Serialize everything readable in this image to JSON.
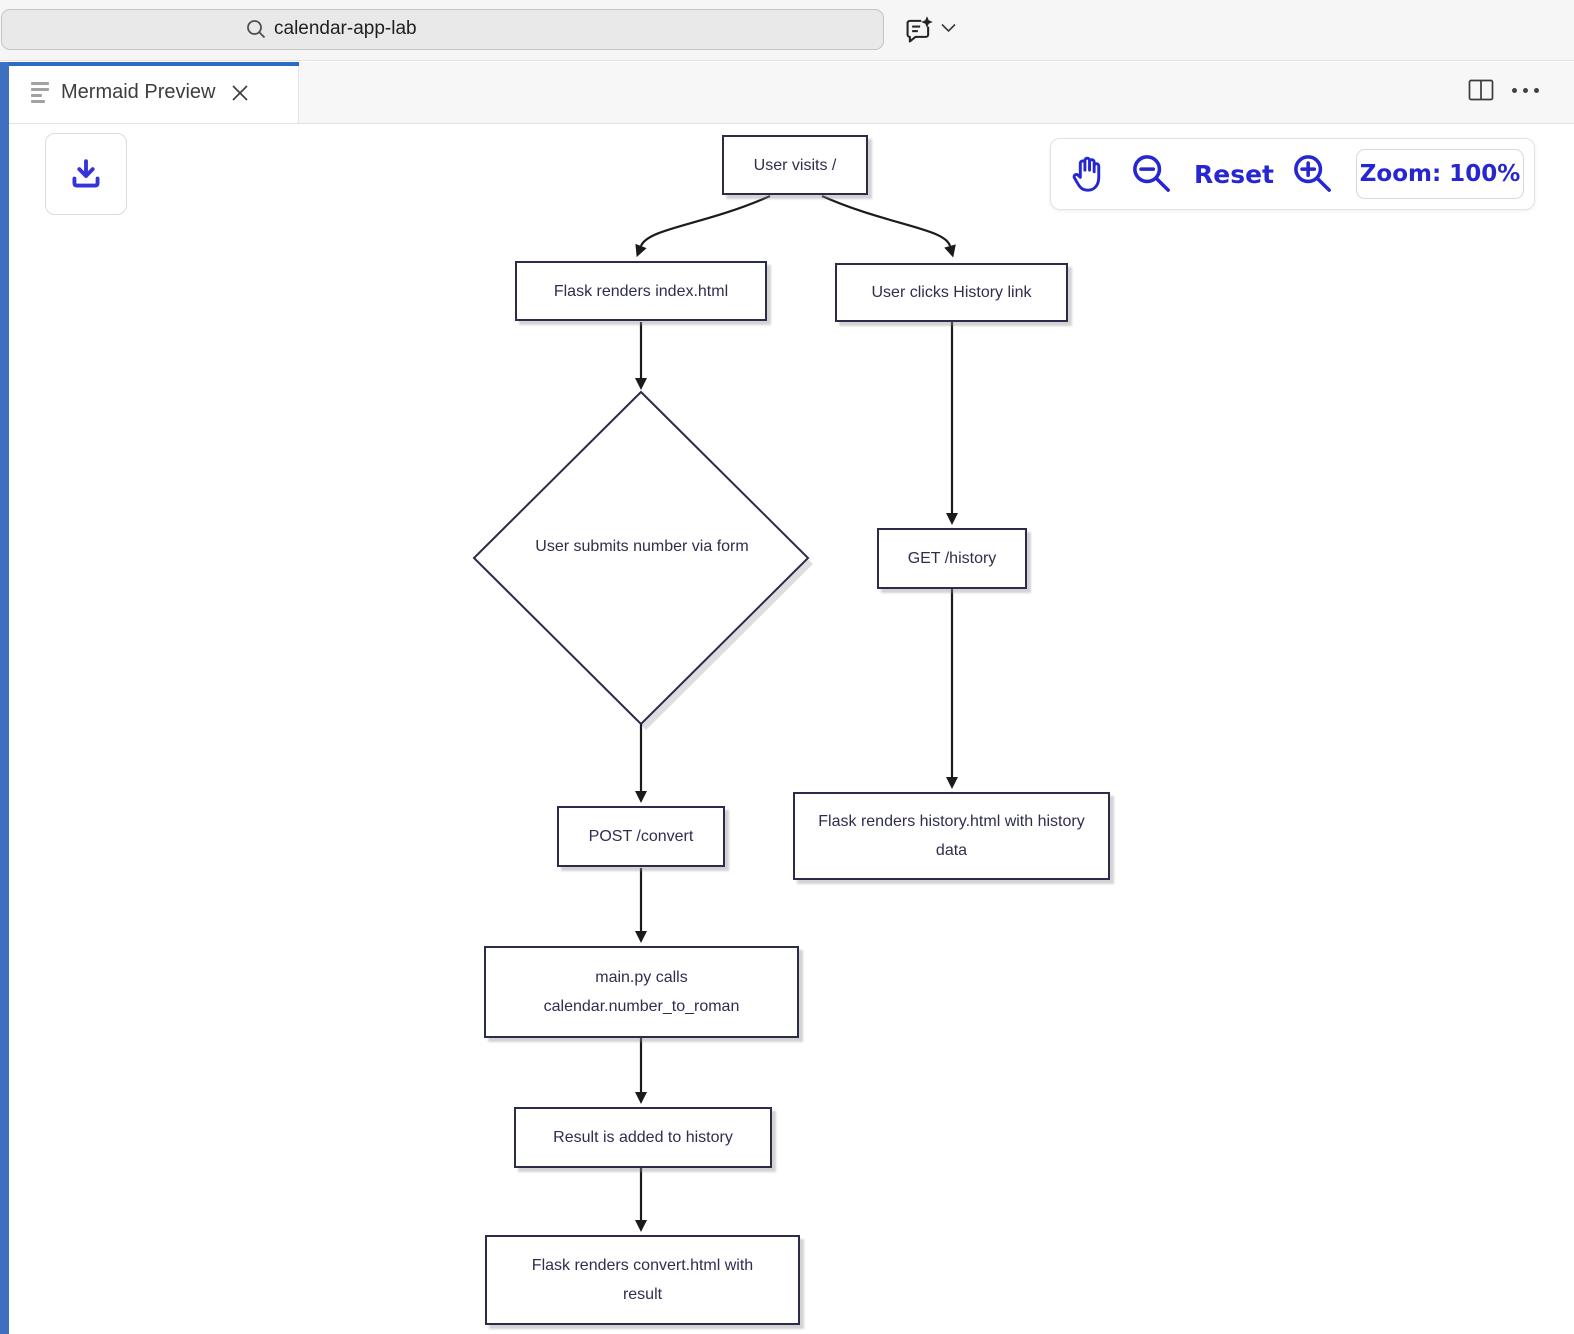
{
  "titlebar": {
    "search_value": "calendar-app-lab"
  },
  "tabbar": {
    "tab_label": "Mermaid Preview"
  },
  "toolbar": {
    "reset_label": "Reset",
    "zoom_label": "Zoom: 100%"
  },
  "colors": {
    "accent_blue": "#2e6bc2",
    "control_blue": "#2626d2",
    "left_bar_blue": "#3e70c2",
    "node_border": "#2b2b4b",
    "node_text": "#2e2e4e",
    "edge_black": "#1b1b1b"
  },
  "icons": {
    "search": "search-icon",
    "copilot": "copilot-icon",
    "chevron": "chevron-down-icon",
    "tab_preview": "preview-icon",
    "close": "close-icon",
    "split": "split-editor-icon",
    "more": "more-actions-icon",
    "download": "download-icon",
    "pan": "pan-hand-icon",
    "zoom_out": "zoom-out-icon",
    "zoom_in": "zoom-in-icon"
  },
  "diagram": {
    "type": "flowchart",
    "nodes": [
      {
        "id": "A",
        "shape": "rect",
        "label": "User visits /"
      },
      {
        "id": "B",
        "shape": "rect",
        "label": "Flask renders index.html"
      },
      {
        "id": "C",
        "shape": "rect",
        "label": "User clicks History link"
      },
      {
        "id": "D",
        "shape": "diamond",
        "label": "User submits number via form"
      },
      {
        "id": "E",
        "shape": "rect",
        "label": "POST /convert"
      },
      {
        "id": "F",
        "shape": "rect",
        "label": "main.py calls calendar.number_to_roman"
      },
      {
        "id": "G",
        "shape": "rect",
        "label": "Result is added to history"
      },
      {
        "id": "H",
        "shape": "rect",
        "label": "Flask renders convert.html with result"
      },
      {
        "id": "I",
        "shape": "rect",
        "label": "GET /history"
      },
      {
        "id": "J",
        "shape": "rect",
        "label": "Flask renders history.html with history data"
      }
    ],
    "edges": [
      {
        "from": "User visits /",
        "to": "Flask renders index.html"
      },
      {
        "from": "User visits /",
        "to": "User clicks History link"
      },
      {
        "from": "Flask renders index.html",
        "to": "User submits number via form"
      },
      {
        "from": "User submits number via form",
        "to": "POST /convert"
      },
      {
        "from": "POST /convert",
        "to": "main.py calls calendar.number_to_roman"
      },
      {
        "from": "main.py calls calendar.number_to_roman",
        "to": "Result is added to history"
      },
      {
        "from": "Result is added to history",
        "to": "Flask renders convert.html with result"
      },
      {
        "from": "User clicks History link",
        "to": "GET /history"
      },
      {
        "from": "GET /history",
        "to": "Flask renders history.html with history data"
      }
    ]
  }
}
